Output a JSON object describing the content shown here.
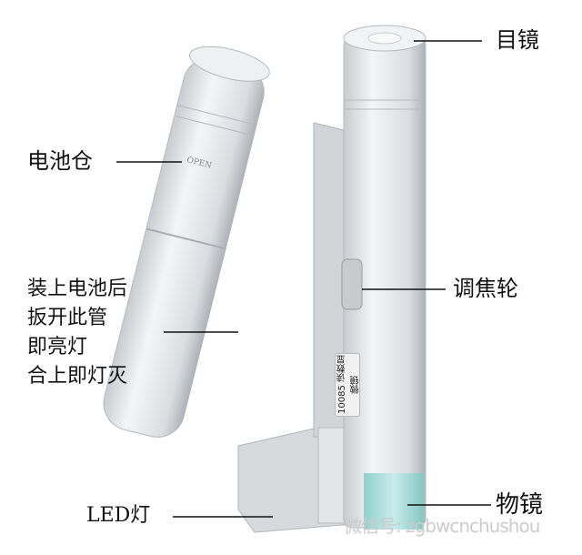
{
  "labels": {
    "eyepiece": "目镜",
    "battery_compartment": "电池仓",
    "instructions": [
      "装上电池后",
      "扳开此管",
      "即亮灯",
      "合上即灯灭"
    ],
    "focus_wheel": "调焦轮",
    "led_light": "LED灯",
    "objective": "物镜"
  },
  "device_tag": {
    "model": "10085",
    "name": "读数显微镜"
  },
  "cap_text": "OPEN",
  "watermark": "微信号: zgbwcnchushou",
  "colors": {
    "body": "#e4e6e8",
    "shadow": "#b9bcc0",
    "lens": "#a9dcd8",
    "line": "#111111"
  }
}
